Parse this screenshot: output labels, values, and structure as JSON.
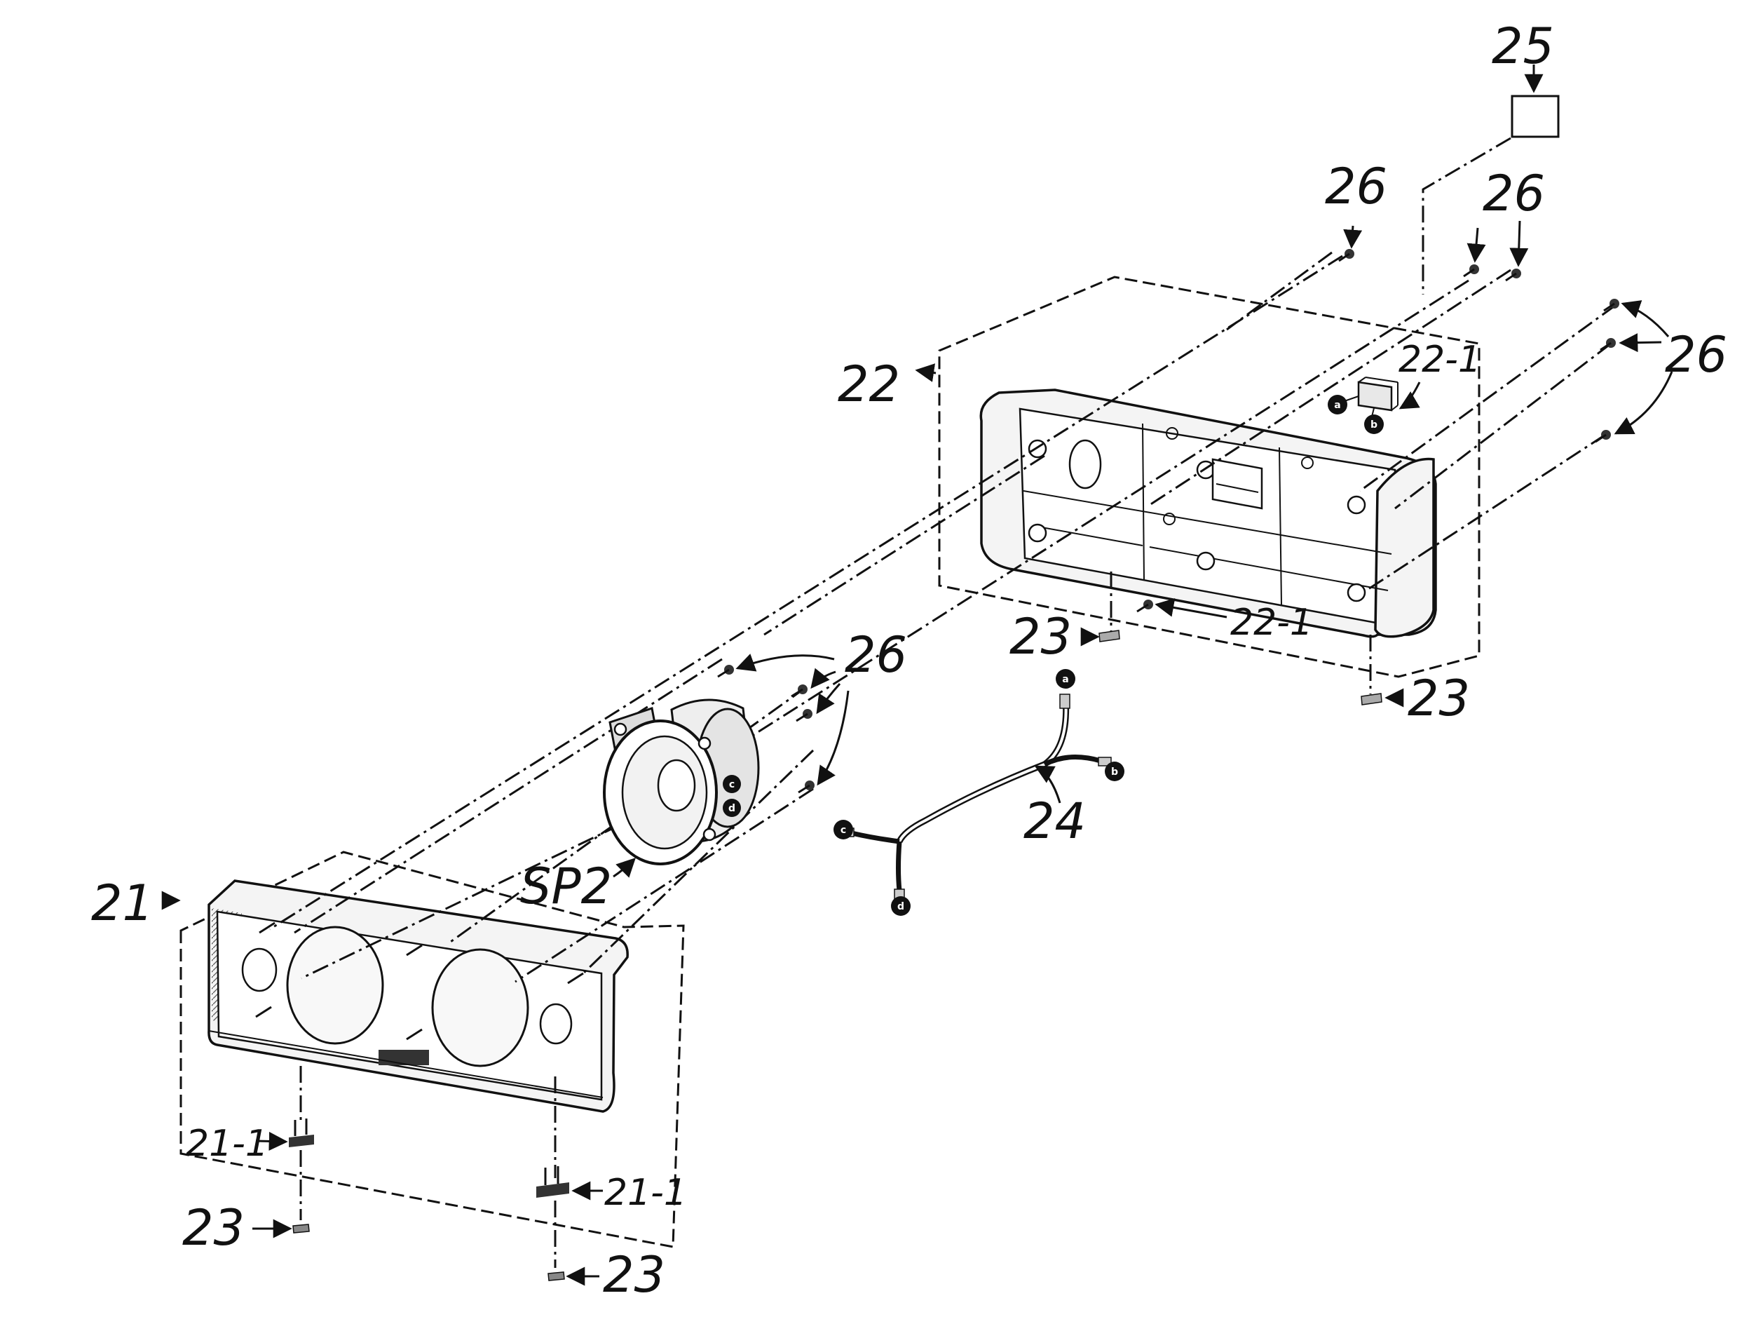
{
  "callouts": {
    "c25": "25",
    "c26_top_left": "26",
    "c26_top_right": "26",
    "c26_right": "26",
    "c22": "22",
    "c22_1_top": "22-1",
    "c22_1_bottom": "22-1",
    "c23_rear_left": "23",
    "c23_rear_right": "23",
    "c26_speaker": "26",
    "c24": "24",
    "cSP2": "SP2",
    "c21": "21",
    "c21_1_left": "21-1",
    "c21_1_right": "21-1",
    "c23_front_left": "23",
    "c23_front_right": "23"
  },
  "connectors": {
    "a": "a",
    "b": "b",
    "c": "c",
    "d": "d"
  }
}
